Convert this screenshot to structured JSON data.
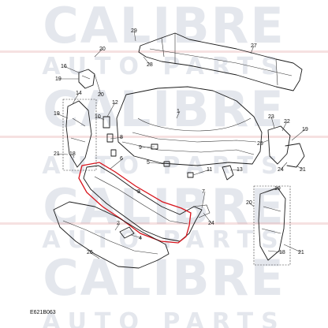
{
  "watermark": {
    "line1": "CALIBRE",
    "line2": "AUTO PARTS"
  },
  "diagram": {
    "reference": "E621B063",
    "highlight_color": "#d8141c",
    "callouts": [
      {
        "label": "29"
      },
      {
        "label": "27"
      },
      {
        "label": "28"
      },
      {
        "label": "20"
      },
      {
        "label": "16"
      },
      {
        "label": "19"
      },
      {
        "label": "20"
      },
      {
        "label": "14"
      },
      {
        "label": "12"
      },
      {
        "label": "1"
      },
      {
        "label": "19"
      },
      {
        "label": "10"
      },
      {
        "label": "23"
      },
      {
        "label": "22"
      },
      {
        "label": "19"
      },
      {
        "label": "8"
      },
      {
        "label": "9"
      },
      {
        "label": "25"
      },
      {
        "label": "21"
      },
      {
        "label": "18"
      },
      {
        "label": "6"
      },
      {
        "label": "5"
      },
      {
        "label": "11"
      },
      {
        "label": "13"
      },
      {
        "label": "24"
      },
      {
        "label": "21"
      },
      {
        "label": "3"
      },
      {
        "label": "7"
      },
      {
        "label": "19"
      },
      {
        "label": "20"
      },
      {
        "label": "2"
      },
      {
        "label": "24"
      },
      {
        "label": "4"
      },
      {
        "label": "26"
      },
      {
        "label": "18"
      },
      {
        "label": "21"
      }
    ]
  }
}
